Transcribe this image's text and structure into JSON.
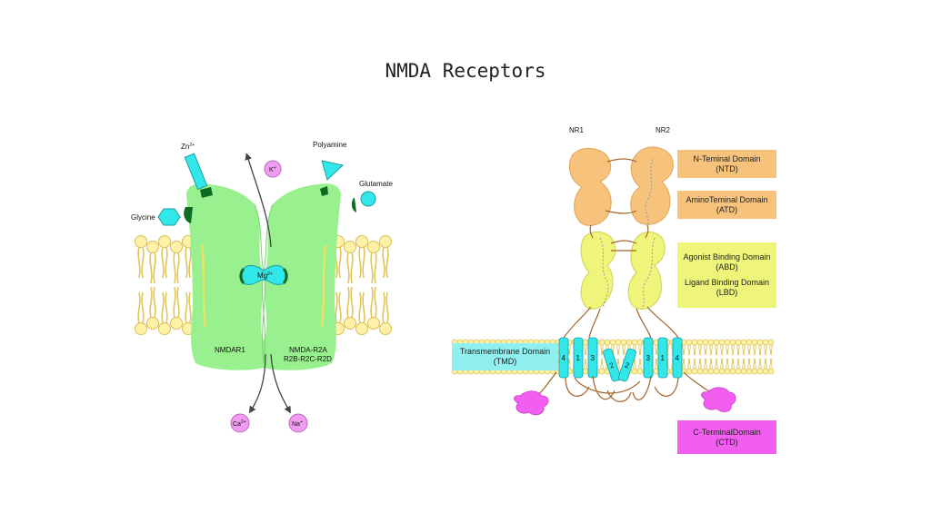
{
  "title": "NMDA Receptors",
  "colors": {
    "receptor": "#98f08e",
    "receptor_dark": "#0d6b22",
    "ligand_cyan": "#31e7e9",
    "ion_pink": "#f09cf0",
    "lipid_yellow": "#fff2a8",
    "ntd_orange": "#f6c27c",
    "abd_yellow": "#eef57a",
    "tmd_cyan": "#8ff0ef",
    "ctd_magenta": "#f25ef0",
    "linker_brown": "#a3642a"
  },
  "left_panel": {
    "ligands": {
      "zinc": {
        "label": "Zn",
        "charge": "2+"
      },
      "polyamine": "Polyamine",
      "glutamate": "Glutamate",
      "glycine": "Glycine"
    },
    "ions": {
      "potassium": {
        "symbol": "K",
        "charge": "+"
      },
      "magnesium": {
        "symbol": "Mg",
        "charge": "2+"
      },
      "calcium": {
        "symbol": "Ca",
        "charge": "2+"
      },
      "sodium": {
        "symbol": "Na",
        "charge": "+"
      }
    },
    "subunits": {
      "left": "NMDAR1",
      "right_line1": "NMDA-R2A",
      "right_line2": "R2B-R2C-R2D"
    }
  },
  "right_panel": {
    "subunit_labels": [
      "NR1",
      "NR2"
    ],
    "domains": {
      "ntd": {
        "line1": "N-Teminal Domain",
        "line2": "(NTD)"
      },
      "atd": {
        "line1": "AminoTeminal Domain",
        "line2": "(ATD)"
      },
      "abd": {
        "line1": "Agonist Binding Domain",
        "line2": "(ABD)"
      },
      "lbd": {
        "line1": "Ligand Binding Domain",
        "line2": "(LBD)"
      },
      "tmd": {
        "line1": "Transmembrane Domain",
        "line2": "(TMD)"
      },
      "ctd": {
        "line1": "C-TerminalDomain",
        "line2": "(CTD)"
      }
    },
    "helix_numbers": [
      "4",
      "1",
      "3",
      "2",
      "2",
      "3",
      "1",
      "4"
    ]
  }
}
